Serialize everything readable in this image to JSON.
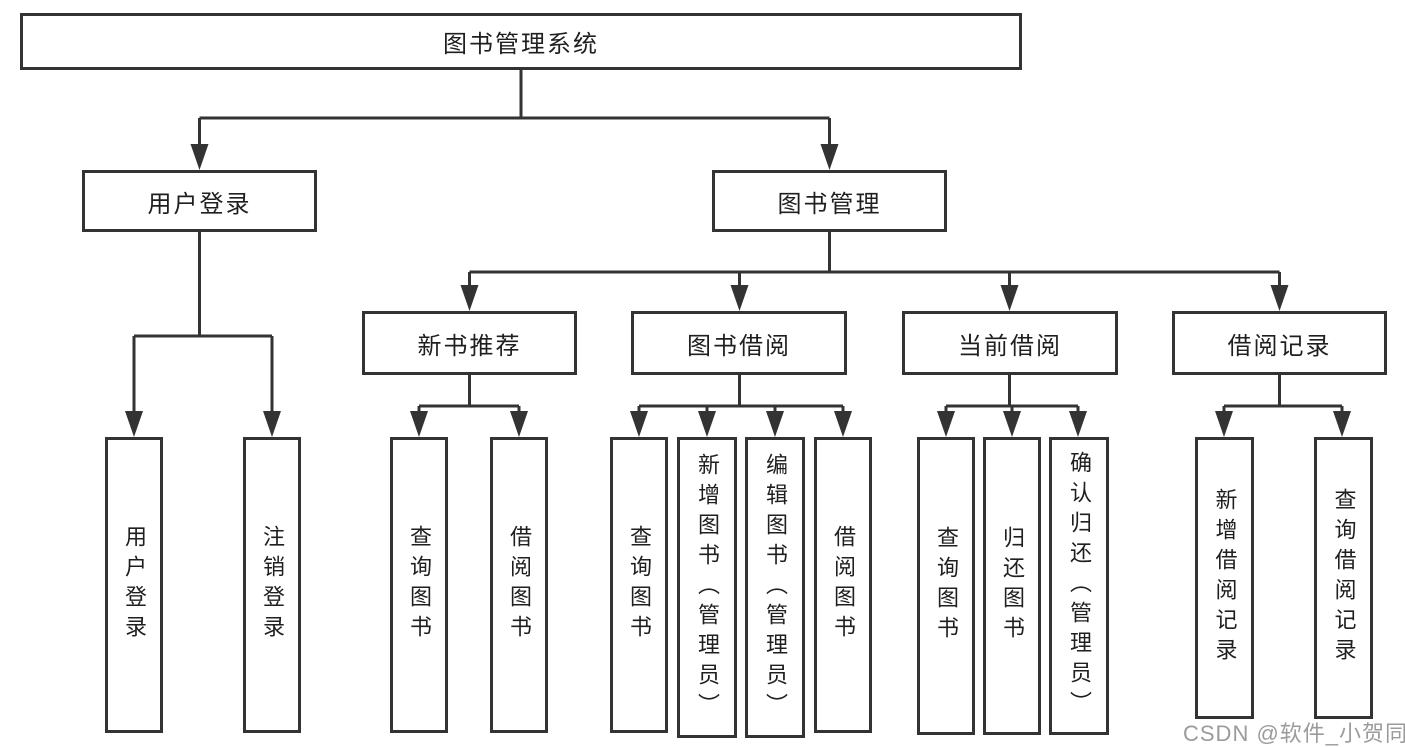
{
  "diagram": {
    "root": {
      "label": "图书管理系统"
    },
    "branches": [
      {
        "label": "用户登录",
        "children": [
          {
            "label": "用户登录"
          },
          {
            "label": "注销登录"
          }
        ]
      },
      {
        "label": "图书管理",
        "children": [
          {
            "label": "新书推荐",
            "children": [
              {
                "label": "查询图书"
              },
              {
                "label": "借阅图书"
              }
            ]
          },
          {
            "label": "图书借阅",
            "children": [
              {
                "label": "查询图书"
              },
              {
                "label": "新增图书（管理员）"
              },
              {
                "label": "编辑图书（管理员）"
              },
              {
                "label": "借阅图书"
              }
            ]
          },
          {
            "label": "当前借阅",
            "children": [
              {
                "label": "查询图书"
              },
              {
                "label": "归还图书"
              },
              {
                "label": "确认归还（管理员）"
              }
            ]
          },
          {
            "label": "借阅记录",
            "children": [
              {
                "label": "新增借阅记录"
              },
              {
                "label": "查询借阅记录"
              }
            ]
          }
        ]
      }
    ]
  },
  "watermark": {
    "text": "CSDN @软件_小贺同学"
  },
  "colors": {
    "line": "#333333",
    "box_background": "#ffffff",
    "text": "#1f1f1f",
    "watermark": "#9b9b9b"
  }
}
